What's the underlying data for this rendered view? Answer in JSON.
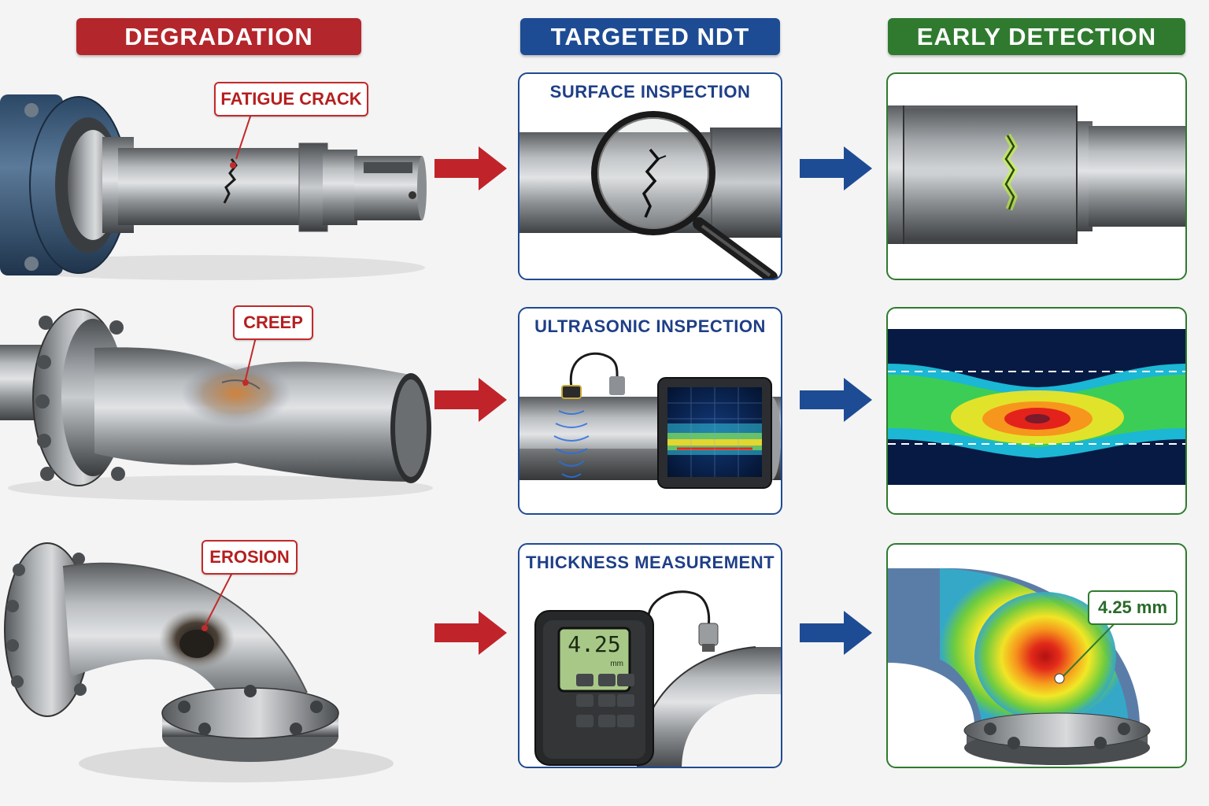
{
  "columns": {
    "degradation": {
      "label": "DEGRADATION",
      "color": "#b3262b"
    },
    "targeted_ndt": {
      "label": "TARGETED NDT",
      "color": "#1d4c94"
    },
    "early_detection": {
      "label": "EARLY DETECTION",
      "color": "#2f7a2f"
    }
  },
  "rows": [
    {
      "defect": "FATIGUE CRACK",
      "method": "SURFACE INSPECTION"
    },
    {
      "defect": "CREEP",
      "method": "ULTRASONIC INSPECTION"
    },
    {
      "defect": "EROSION",
      "method": "THICKNESS MEASUREMENT"
    }
  ],
  "gauge": {
    "reading": "4.25",
    "unit": "mm"
  },
  "detection_reading": "4.25 mm",
  "arrow_colors": {
    "red": "#c0242a",
    "blue": "#1d4c94"
  }
}
